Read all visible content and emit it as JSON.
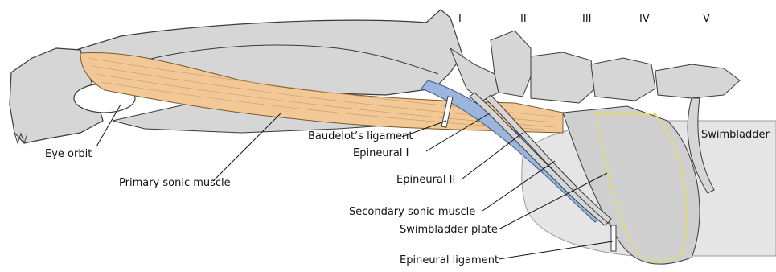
{
  "vertebrae": [
    "I",
    "II",
    "III",
    "IV",
    "V"
  ],
  "labels": {
    "eye_orbit": "Eye orbit",
    "primary_sonic_muscle": "Primary sonic muscle",
    "baudelots_ligament": "Baudelot’s ligament",
    "epineural_1": "Epineural I",
    "epineural_2": "Epineural II",
    "secondary_sonic_muscle": "Secondary sonic muscle",
    "swimbladder_plate": "Swimbladder plate",
    "epineural_ligament": "Epineural ligament",
    "swimbladder": "Swimbladder"
  },
  "colors": {
    "bone": "#d6d6d6",
    "bone_outline": "#3a3a3a",
    "primary_muscle": "#f2c896",
    "secondary_muscle": "#9cb5dc",
    "swimbladder": "#e5e5e5",
    "plate_outline": "#e8e04a"
  }
}
